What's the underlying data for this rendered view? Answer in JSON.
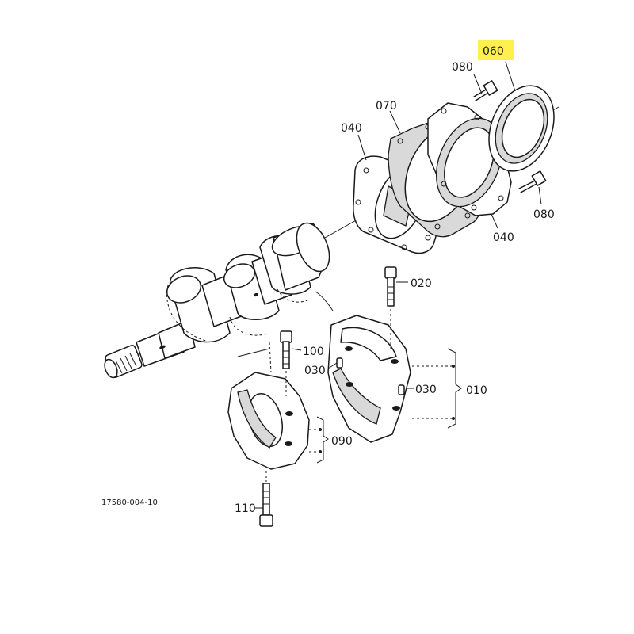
{
  "callouts": {
    "highlighted": "060",
    "bolt_top_left": "080",
    "gasket_070": "070",
    "plate_040_left": "040",
    "bolt_right": "080",
    "housing_040_right": "040",
    "bolt_020": "020",
    "bolt_100": "100",
    "pin_030_left": "030",
    "pin_030_right": "030",
    "assembly_010": "010",
    "assembly_090": "090",
    "bolt_110": "110"
  },
  "drawing_number": "17580-004-10",
  "colors": {
    "highlight": "#fff04d",
    "ink": "#1a1a1a"
  }
}
